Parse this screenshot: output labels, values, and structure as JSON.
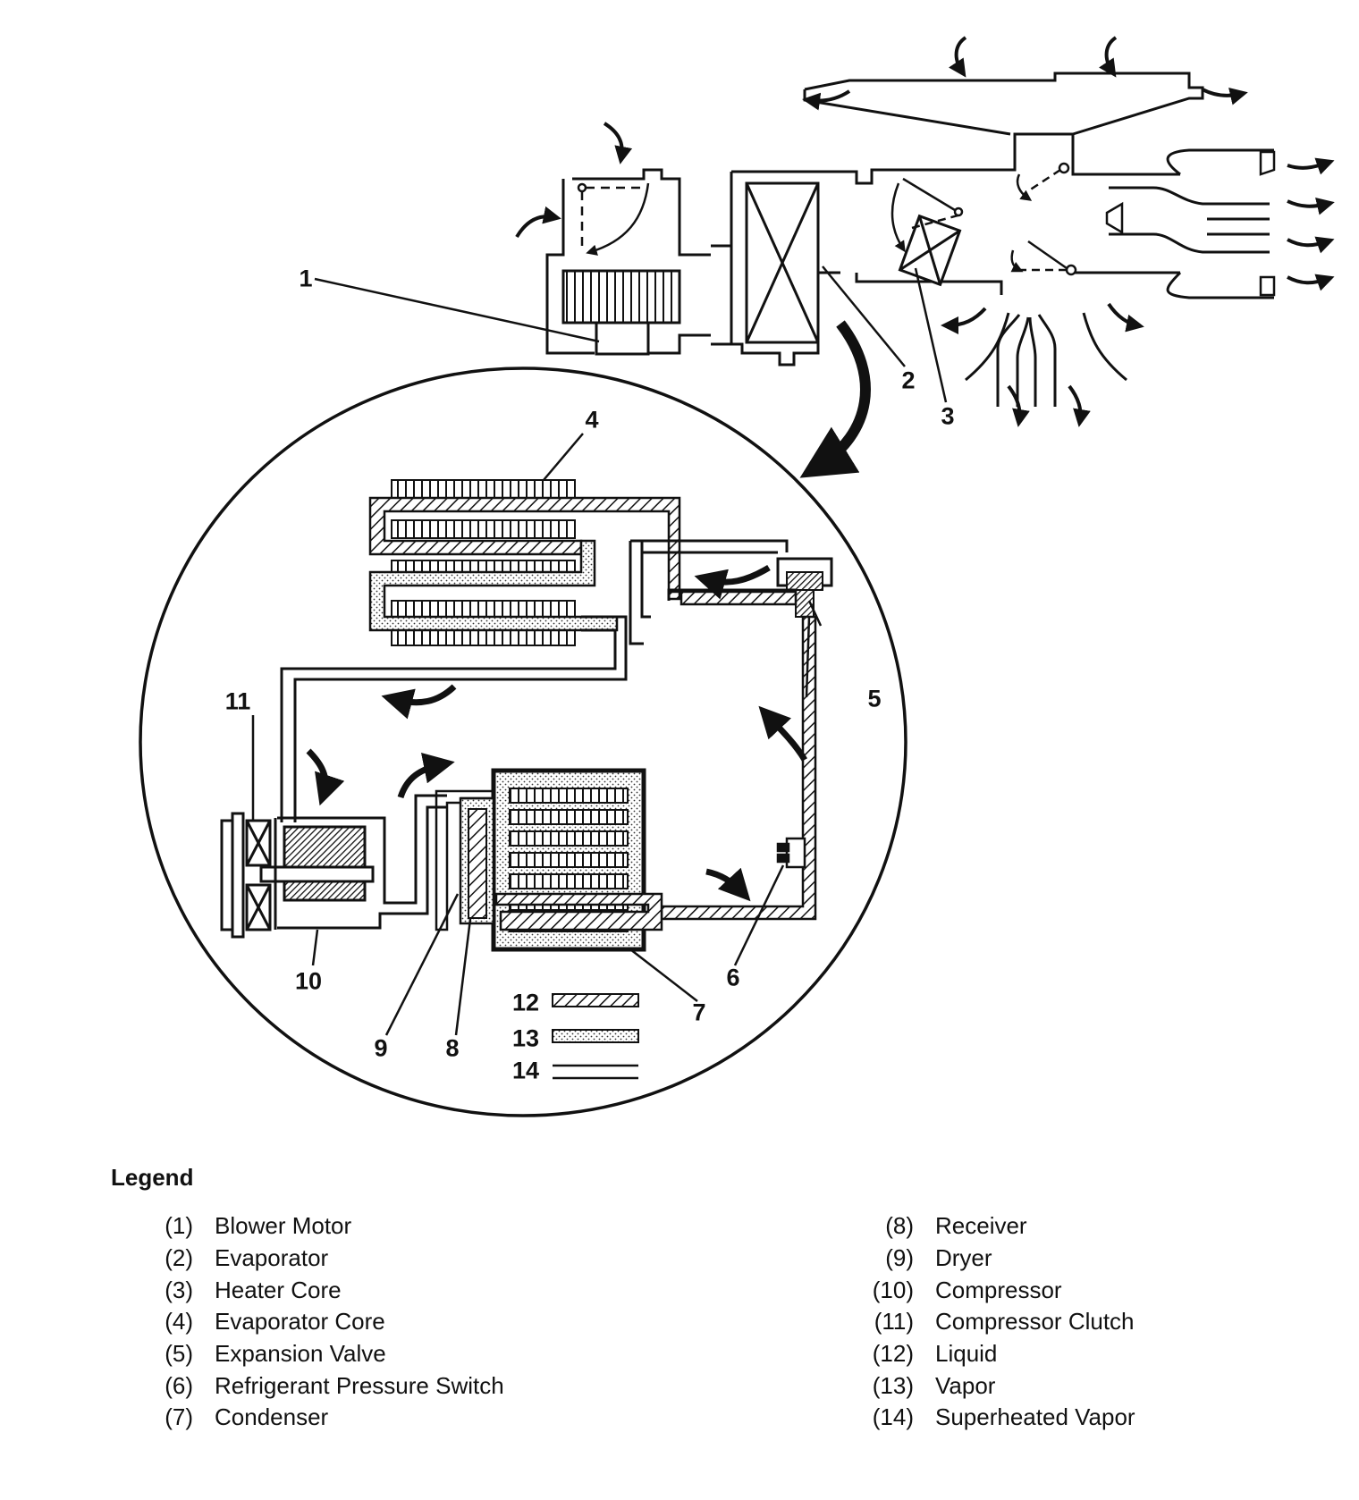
{
  "callouts": [
    {
      "id": "1",
      "text": "1"
    },
    {
      "id": "2",
      "text": "2"
    },
    {
      "id": "3",
      "text": "3"
    },
    {
      "id": "4",
      "text": "4"
    },
    {
      "id": "5",
      "text": "5"
    },
    {
      "id": "6",
      "text": "6"
    },
    {
      "id": "7",
      "text": "7"
    },
    {
      "id": "8",
      "text": "8"
    },
    {
      "id": "9",
      "text": "9"
    },
    {
      "id": "10",
      "text": "10"
    },
    {
      "id": "11",
      "text": "11"
    },
    {
      "id": "12",
      "text": "12"
    },
    {
      "id": "13",
      "text": "13"
    },
    {
      "id": "14",
      "text": "14"
    }
  ],
  "legend": {
    "title": "Legend",
    "left": [
      {
        "num": "(1)",
        "label": "Blower Motor"
      },
      {
        "num": "(2)",
        "label": "Evaporator"
      },
      {
        "num": "(3)",
        "label": "Heater Core"
      },
      {
        "num": "(4)",
        "label": "Evaporator Core"
      },
      {
        "num": "(5)",
        "label": "Expansion Valve"
      },
      {
        "num": "(6)",
        "label": "Refrigerant Pressure Switch"
      },
      {
        "num": "(7)",
        "label": "Condenser"
      }
    ],
    "right": [
      {
        "num": "(8)",
        "label": "Receiver"
      },
      {
        "num": "(9)",
        "label": "Dryer"
      },
      {
        "num": "(10)",
        "label": "Compressor"
      },
      {
        "num": "(11)",
        "label": "Compressor Clutch"
      },
      {
        "num": "(12)",
        "label": "Liquid"
      },
      {
        "num": "(13)",
        "label": "Vapor"
      },
      {
        "num": "(14)",
        "label": "Superheated Vapor"
      }
    ]
  }
}
